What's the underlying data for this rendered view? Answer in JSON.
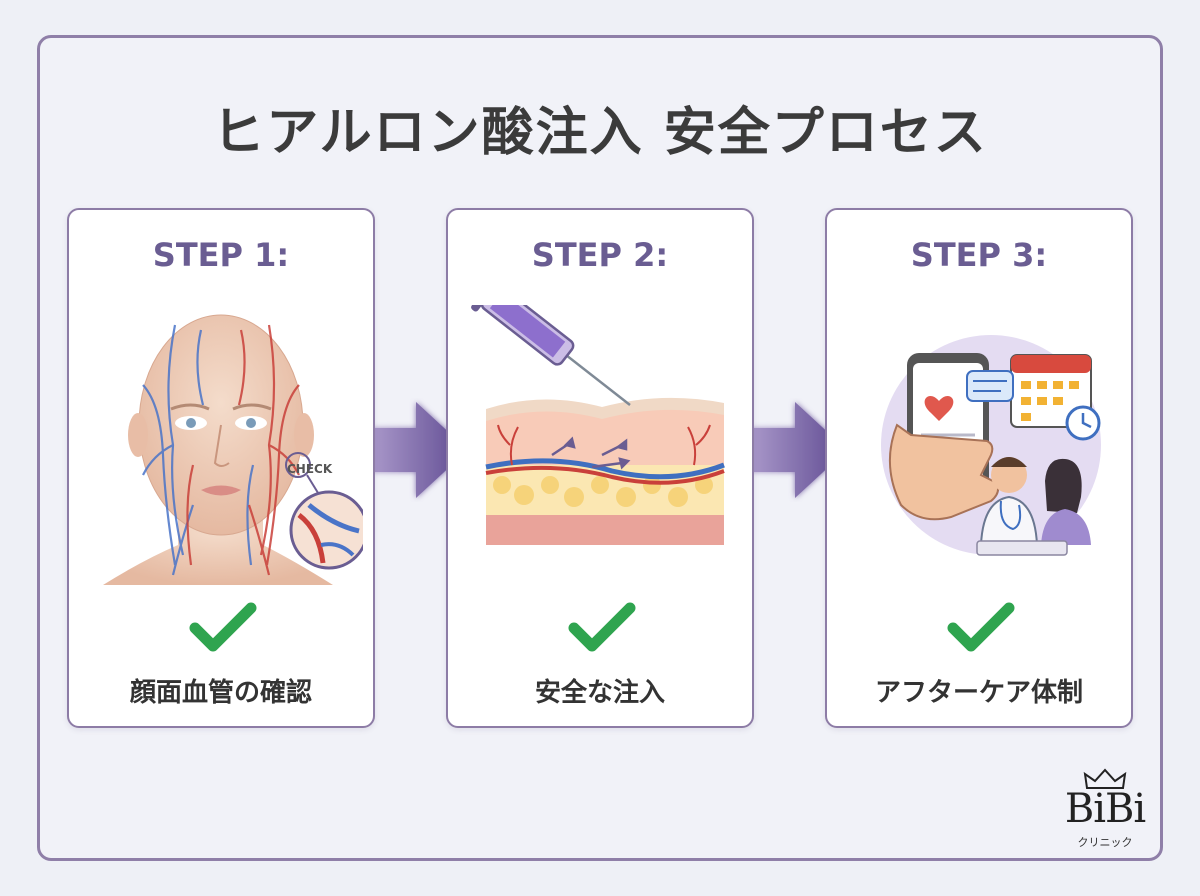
{
  "title": "ヒアルロン酸注入 安全プロセス",
  "steps": [
    {
      "label": "STEP 1:",
      "caption": "顔面血管の確認",
      "check_label": "CHECK"
    },
    {
      "label": "STEP 2:",
      "caption": "安全な注入"
    },
    {
      "label": "STEP 3:",
      "caption": "アフターケア体制"
    }
  ],
  "logo": {
    "name": "BiBi",
    "subtitle": "クリニック"
  },
  "colors": {
    "accent": "#6a5d92",
    "border": "#8d7ca6",
    "check": "#2fa44f",
    "arrow": "#6f5aa0"
  },
  "icons": [
    "face-vessels-illustration",
    "syringe-skin-illustration",
    "aftercare-illustration",
    "check-icon",
    "right-arrow-icon",
    "crown-icon"
  ]
}
